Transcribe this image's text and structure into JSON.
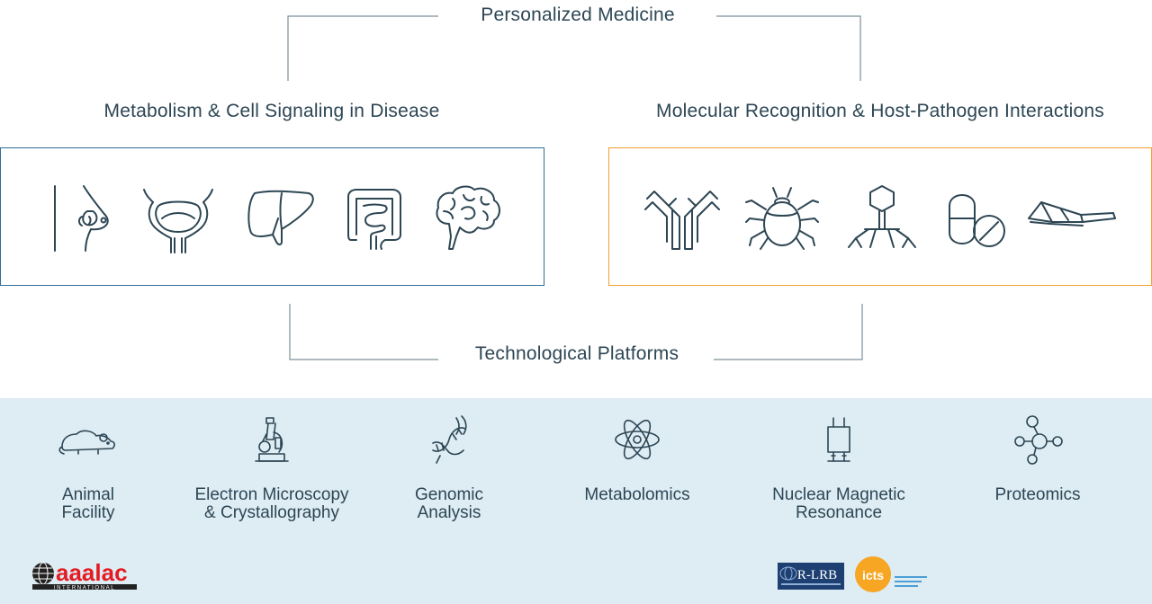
{
  "titles": {
    "top": "Personalized Medicine",
    "left": "Metabolism & Cell Signaling in Disease",
    "right": "Molecular Recognition & Host-Pathogen Interactions",
    "platforms": "Technological Platforms"
  },
  "colors": {
    "text": "#2d4654",
    "left_box_border": "#2f6e96",
    "right_box_border": "#f0a030",
    "platform_background": "#deedf4",
    "connector_lines": "#7c8f99"
  },
  "disease_icons": [
    "breast-icon",
    "bladder-icon",
    "liver-icon",
    "intestine-icon",
    "brain-icon"
  ],
  "pathogen_icons": [
    "antibody-icon",
    "tick-icon",
    "bacteriophage-icon",
    "pill-icon",
    "protein-ribbon-icon"
  ],
  "platforms": [
    {
      "icon": "mouse-icon",
      "line1": "Animal",
      "line2": "Facility"
    },
    {
      "icon": "microscope-icon",
      "line1": "Electron Microscopy",
      "line2": "& Crystallography"
    },
    {
      "icon": "dna-icon",
      "line1": "Genomic",
      "line2": "Analysis"
    },
    {
      "icon": "atom-icon",
      "line1": "Metabolomics",
      "line2": ""
    },
    {
      "icon": "nmr-tube-icon",
      "line1": "Nuclear Magnetic",
      "line2": "Resonance"
    },
    {
      "icon": "molecule-icon",
      "line1": "Proteomics",
      "line2": ""
    }
  ],
  "logos": {
    "aaalac": {
      "main": "aaalac",
      "sub": "INTERNATIONAL"
    },
    "rlrb": {
      "main": "R-LRB"
    },
    "icts": {
      "main": "icts"
    }
  }
}
